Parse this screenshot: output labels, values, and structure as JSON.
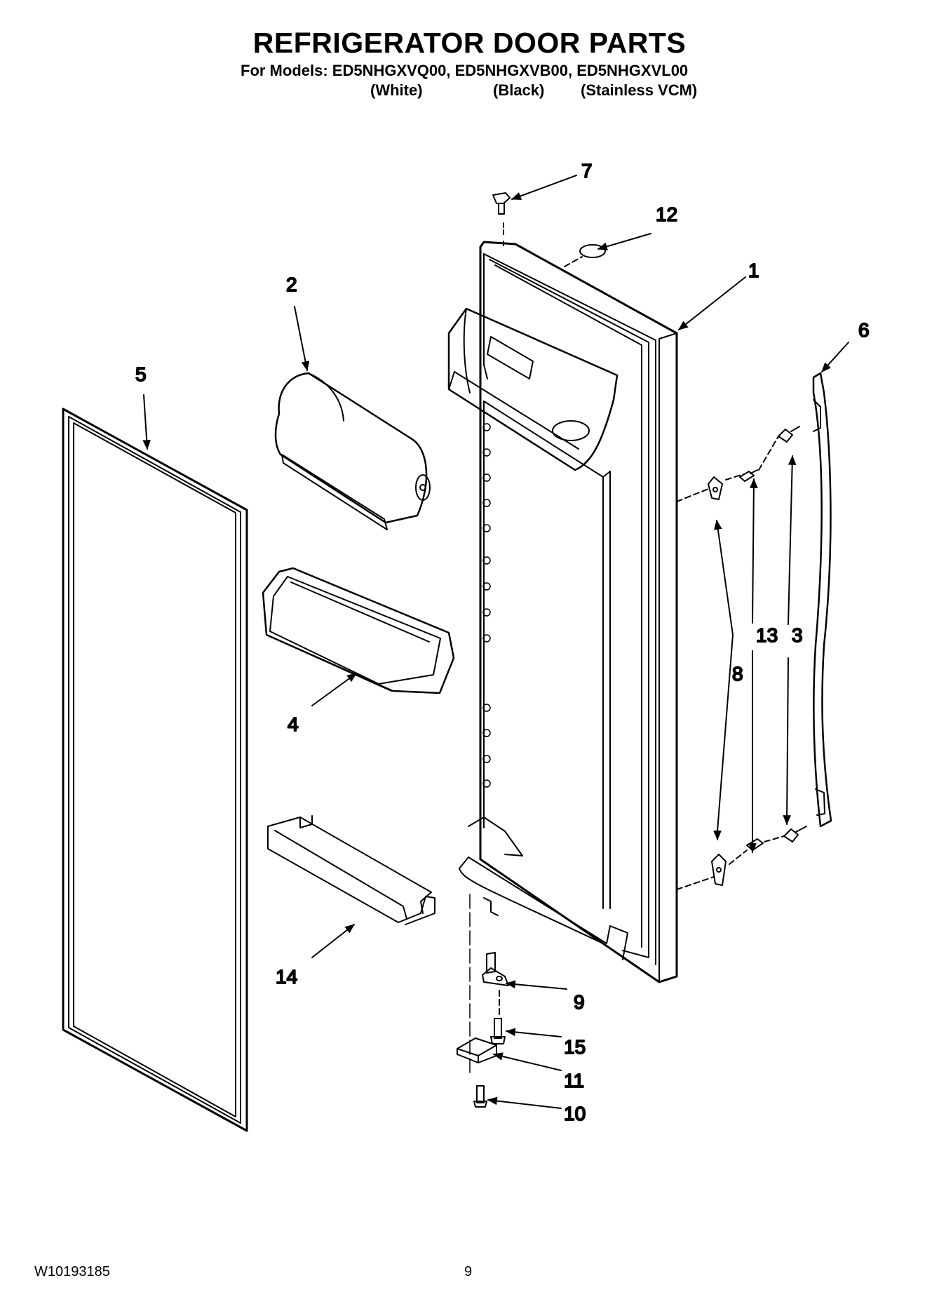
{
  "header": {
    "title": "REFRIGERATOR DOOR PARTS",
    "models_line": "For Models: ED5NHGXVQ00, ED5NHGXVB00, ED5NHGXVL00",
    "variants": [
      "(White)",
      "(Black)",
      "(Stainless VCM)"
    ]
  },
  "callouts": {
    "c1": "1",
    "c2": "2",
    "c3": "3",
    "c4": "4",
    "c5": "5",
    "c6": "6",
    "c7": "7",
    "c8": "8",
    "c9": "9",
    "c10": "10",
    "c11": "11",
    "c12": "12",
    "c13": "13",
    "c14": "14",
    "c15": "15"
  },
  "footer": {
    "doc_number": "W10193185",
    "page_number": "9"
  }
}
